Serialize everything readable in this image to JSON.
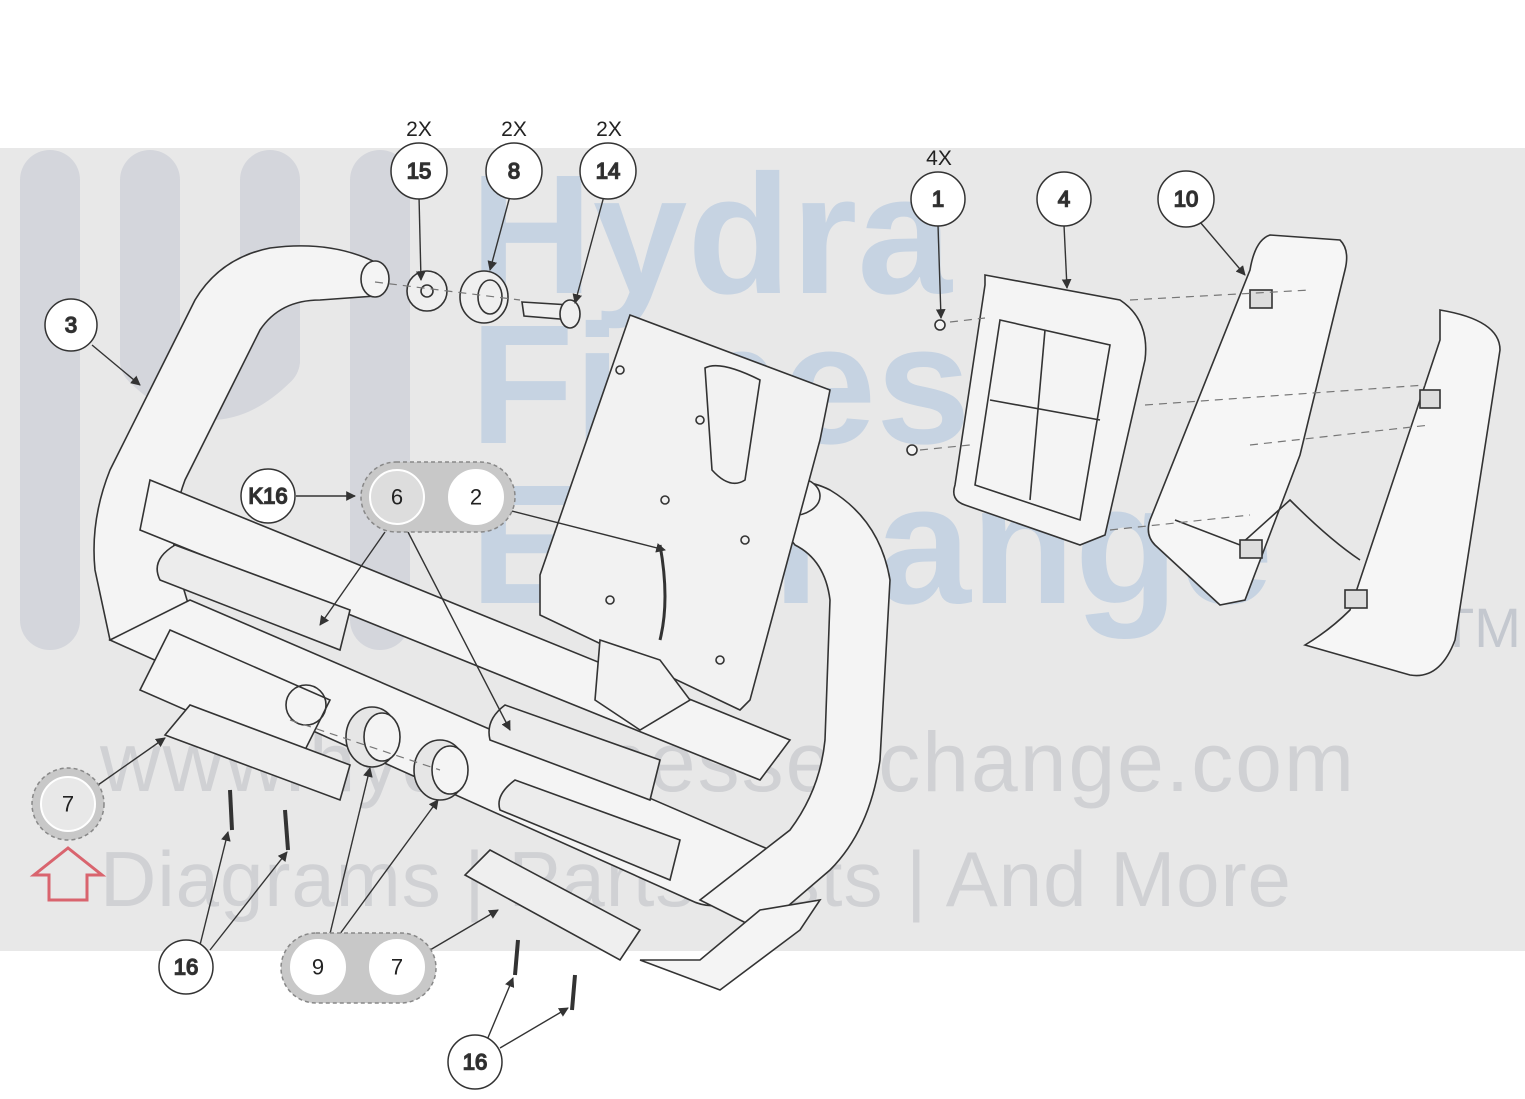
{
  "watermark": {
    "line1": "Hydra",
    "line2": "Fitness",
    "line3": "Exchange",
    "trademark": "TM",
    "url": "www.hydrafitnessexchange.com",
    "tagline": "Diagrams | Parts Lists | And More"
  },
  "callouts": {
    "c15": "15",
    "c8": "8",
    "c14": "14",
    "q15": "2X",
    "q8": "2X",
    "q14": "2X",
    "c1": "1",
    "q1": "4X",
    "c4": "4",
    "c10": "10",
    "c3": "3",
    "k16": "K16",
    "g6": "6",
    "g2": "2",
    "c7_highlight": "7",
    "c16_left": "16",
    "g9": "9",
    "g7": "7",
    "c16_bottom": "16"
  },
  "colors": {
    "band": "#e8e8e8",
    "line": "#333333",
    "group_fill": "#c8c8c8",
    "arrow_marker": "#d9646e"
  },
  "icons": [
    "up-arrow-icon"
  ]
}
